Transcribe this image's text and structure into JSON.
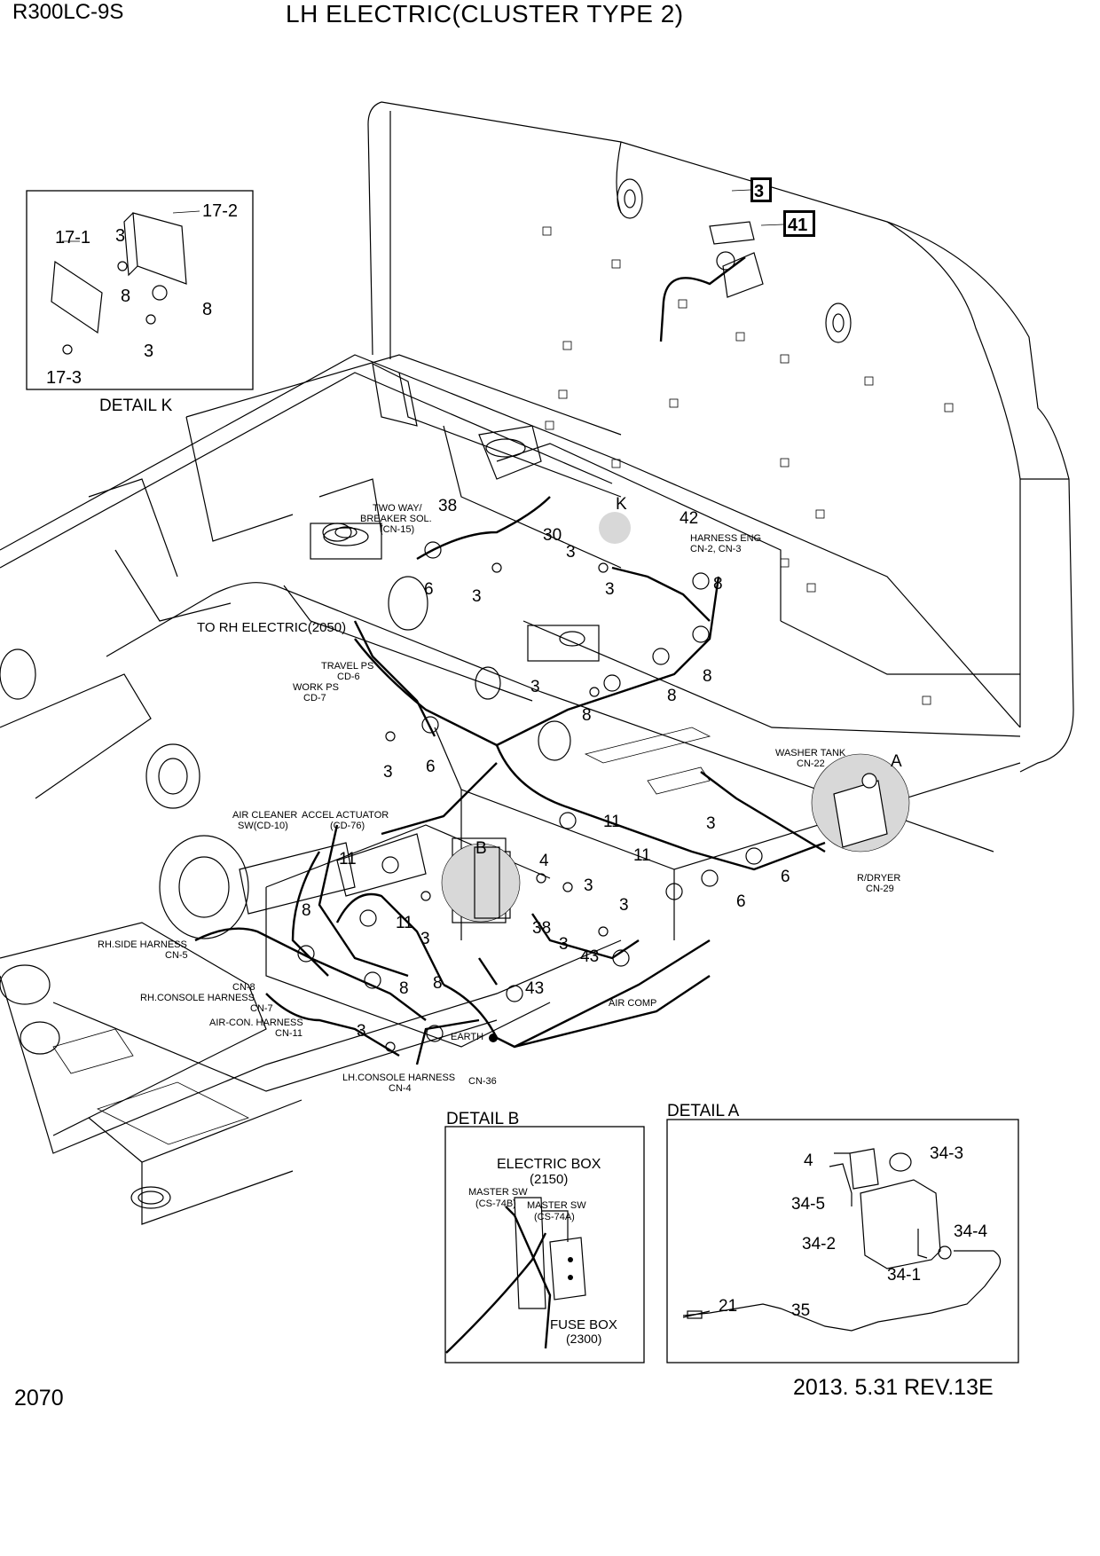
{
  "header": {
    "model": "R300LC-9S",
    "title": "LH ELECTRIC(CLUSTER TYPE 2)"
  },
  "footer": {
    "page_number": "2070",
    "revision": "2013. 5.31  REV.13E"
  },
  "details": {
    "k": {
      "title": "DETAIL K",
      "callouts": [
        "17-2",
        "17-1",
        "3",
        "8",
        "8",
        "3",
        "17-3"
      ]
    },
    "b": {
      "title": "DETAIL B",
      "electric_box": "ELECTRIC BOX",
      "electric_box_ref": "(2150)",
      "master_sw_b": "MASTER SW",
      "master_sw_b_code": "(CS-74B)",
      "master_sw_a": "MASTER SW",
      "master_sw_a_code": "(CS-74A)",
      "fuse_box": "FUSE BOX",
      "fuse_box_ref": "(2300)"
    },
    "a": {
      "title": "DETAIL A",
      "callouts": [
        "4",
        "34-3",
        "34-5",
        "34-2",
        "34-4",
        "34-1",
        "21",
        "35"
      ]
    }
  },
  "boxed_callouts": [
    "3",
    "41"
  ],
  "main_callouts": {
    "c38a": "38",
    "c30": "30",
    "c6a": "6",
    "c3a": "3",
    "k": "K",
    "c42": "42",
    "c3b": "3",
    "c3c": "3",
    "c8a": "8",
    "c8b": "8",
    "c8c": "8",
    "c8d": "8",
    "c3d": "3",
    "c3e": "3",
    "c6b": "6",
    "c11a": "11",
    "c3f": "3",
    "a": "A",
    "c11b": "11",
    "c11c": "11",
    "c6c": "6",
    "c6d": "6",
    "b": "B",
    "c4": "4",
    "c3g": "3",
    "c11d": "11",
    "c8e": "8",
    "c3h": "3",
    "c3i": "3",
    "c38b": "38",
    "c3j": "3",
    "c43a": "43",
    "c43b": "43",
    "c8f": "8",
    "c8g": "8",
    "c3k": "3"
  },
  "labels": {
    "two_way": "TWO WAY/",
    "breaker_sol": "BREAKER SOL.",
    "cn15": "(CN-15)",
    "harness_eng": "HARNESS ENG",
    "cn2_cn3": "CN-2, CN-3",
    "to_rh": "TO RH ELECTRIC(2050)",
    "travel_ps": "TRAVEL PS",
    "cd6": "CD-6",
    "work_ps": "WORK PS",
    "cd7": "CD-7",
    "washer_tank": "WASHER TANK",
    "cn22": "CN-22",
    "air_cleaner": "AIR CLEANER",
    "sw_cd10": "SW(CD-10)",
    "accel_actuator": "ACCEL ACTUATOR",
    "cd76": "(CD-76)",
    "r_dryer": "R/DRYER",
    "cn29": "CN-29",
    "rh_side_harness": "RH.SIDE HARNESS",
    "cn5": "CN-5",
    "cn8": "CN-8",
    "rh_console_harness": "RH.CONSOLE HARNESS",
    "cn7": "CN-7",
    "air_con_harness": "AIR-CON. HARNESS",
    "cn11": "CN-11",
    "air_comp": "AIR COMP",
    "earth": "EARTH",
    "lh_console_harness": "LH.CONSOLE HARNESS",
    "cn4": "CN-4",
    "cn36": "CN-36"
  }
}
